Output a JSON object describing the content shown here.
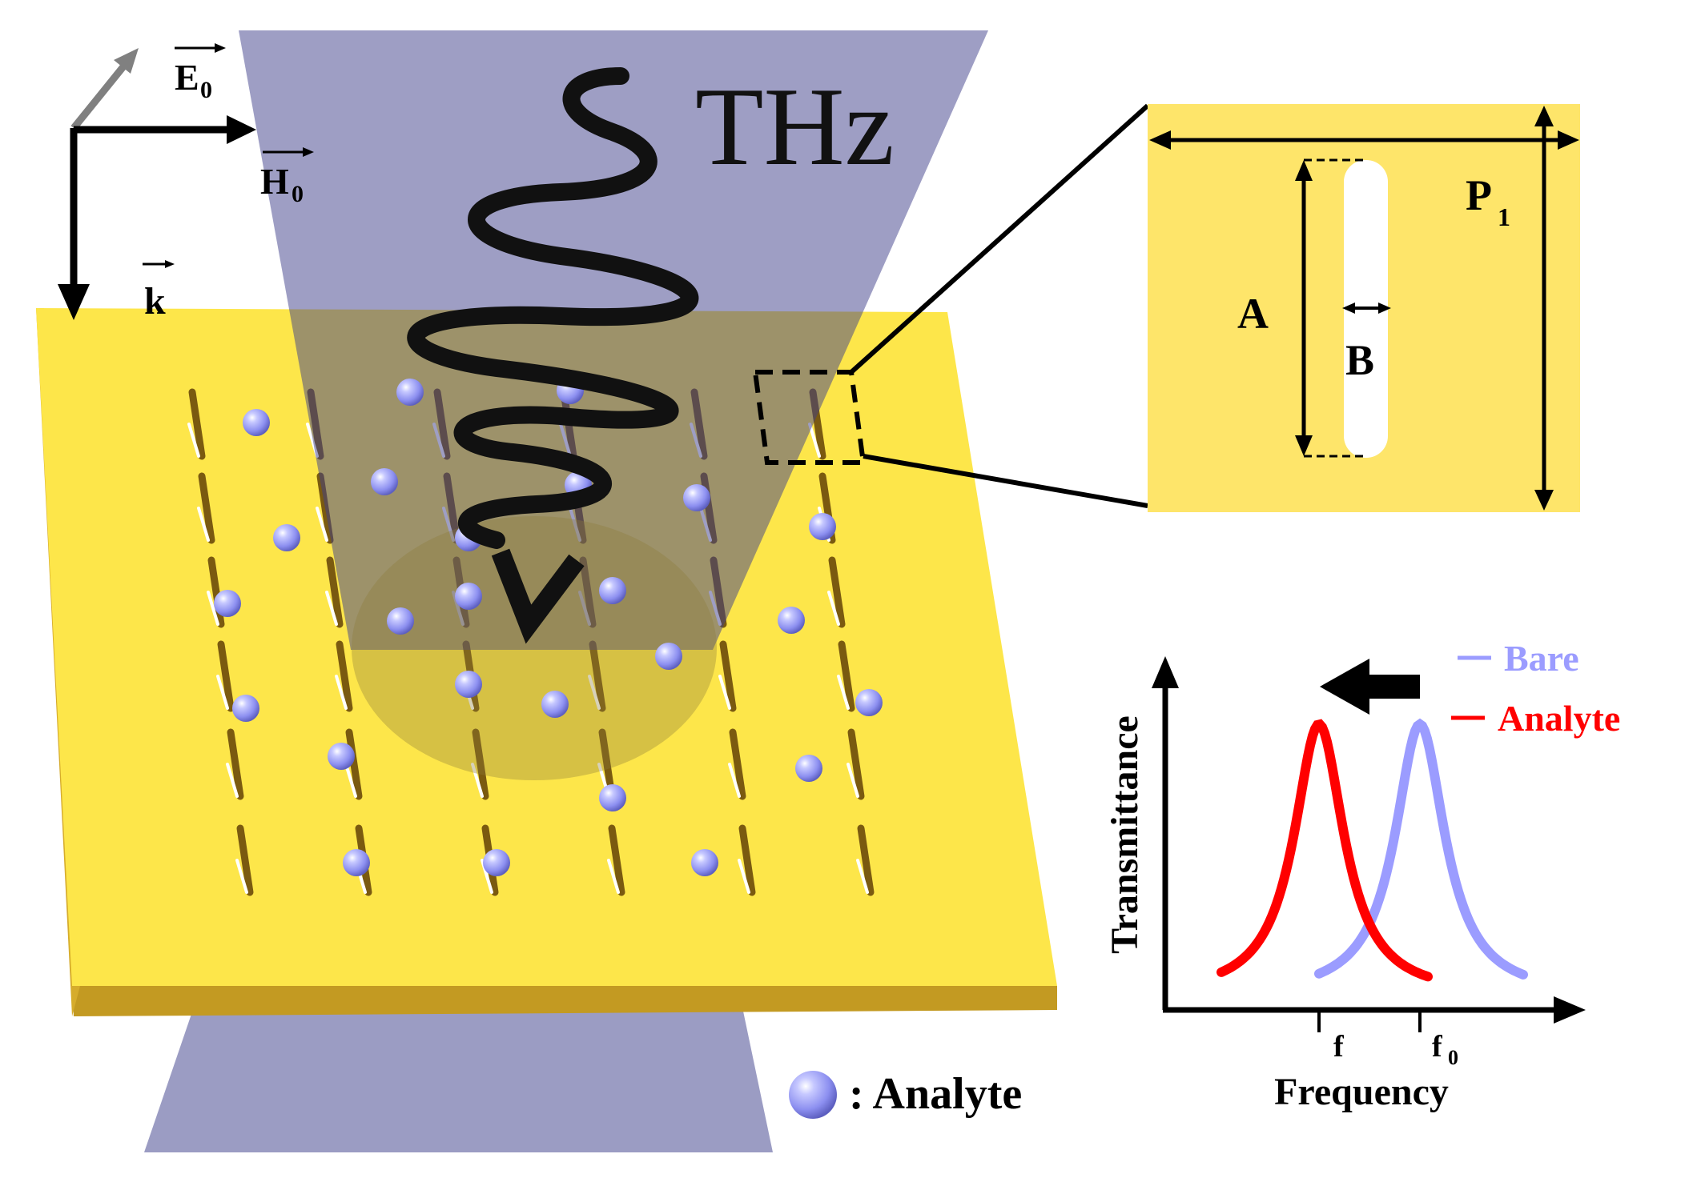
{
  "colors": {
    "beam": "#9b9cc3",
    "plate_top": "#fde64a",
    "plate_edge": "#c39a22",
    "inset_bg": "#fee56a",
    "analyte_sphere": "#8c8ff0",
    "bare_curve": "#9b9cff",
    "analyte_curve": "#ff0000",
    "ink": "#000000"
  },
  "labels": {
    "thz": "THz",
    "e_field": "E",
    "e_sub": "0",
    "h_field": "H",
    "h_sub": "0",
    "k_vector": "k",
    "analyte_legend": ": Analyte"
  },
  "inset": {
    "label_a": "A",
    "label_b": "B",
    "label_p": "P",
    "label_p_sub": "1"
  },
  "graph": {
    "ylabel": "Transmittance",
    "xlabel": "Frequency",
    "tick_f": "f",
    "tick_f0": "f",
    "tick_f0_sub": "0",
    "legend": [
      {
        "name": "Bare",
        "color": "#9b9cff"
      },
      {
        "name": "Analyte",
        "color": "#ff0000"
      }
    ]
  },
  "icons": [
    "axes-arrows-icon",
    "wave-icon",
    "propagation-arrow-icon",
    "analyte-sphere-icon",
    "shift-arrow-icon"
  ]
}
